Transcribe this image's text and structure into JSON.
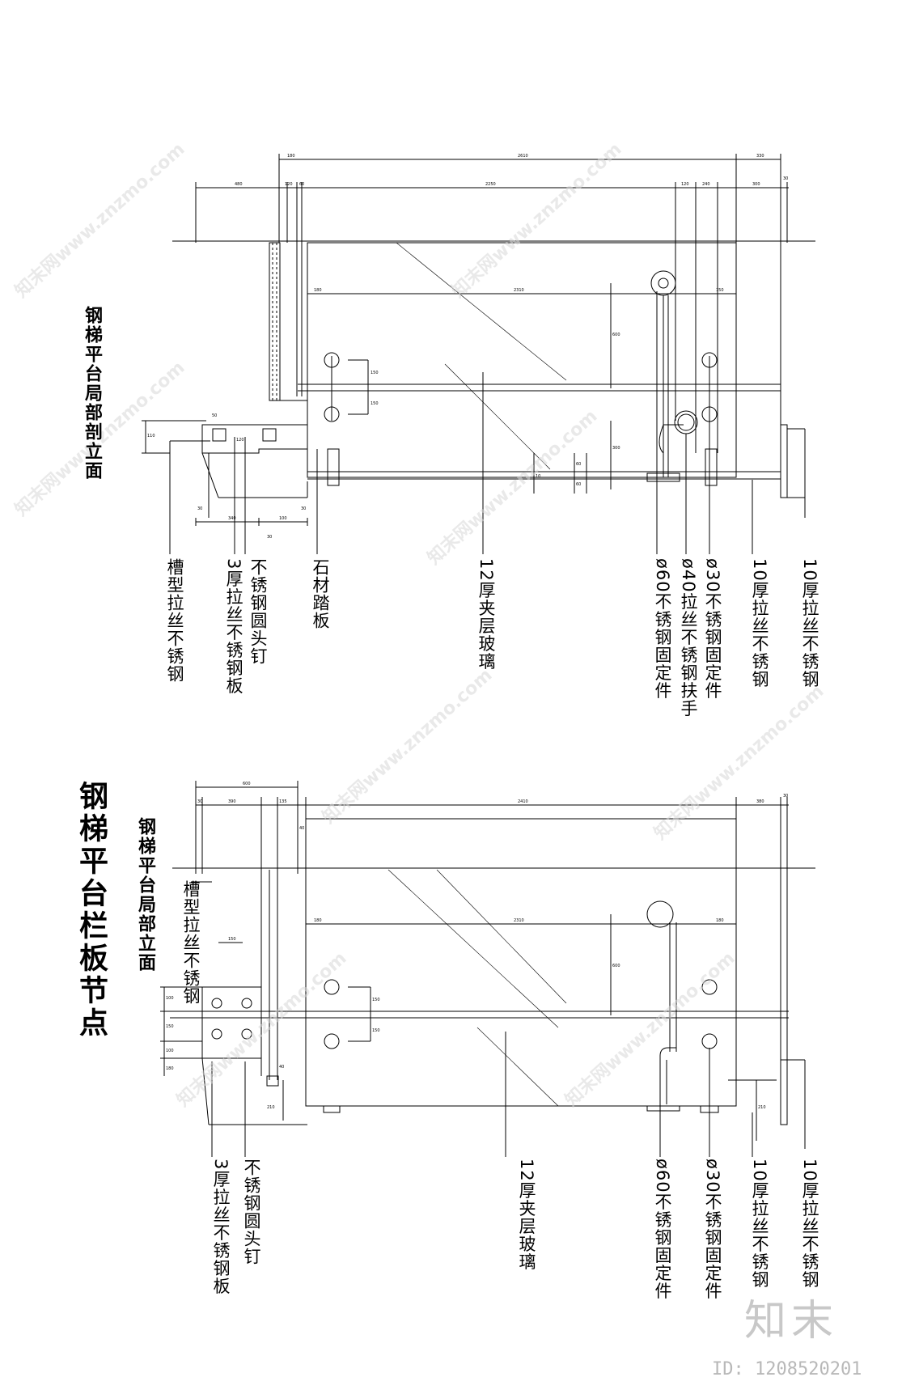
{
  "titles": {
    "section_elevation": "钢梯平台局部剖立面",
    "main_title": "钢梯平台栏板节点",
    "partial_elevation": "钢梯平台局部立面"
  },
  "upper_callouts": [
    "槽型拉丝不锈钢",
    "3厚拉丝不锈钢板",
    "不锈钢圆头钉",
    "石材踏板",
    "12厚夹层玻璃",
    "ø60不锈钢固定件",
    "ø40拉丝不锈钢扶手",
    "ø30不锈钢固定件",
    "10厚拉丝不锈钢",
    "10厚拉丝不锈钢"
  ],
  "lower_callouts": [
    "槽型拉丝不锈钢",
    "3厚拉丝不锈钢板",
    "不锈钢圆头钉",
    "12厚夹层玻璃",
    "ø60不锈钢固定件",
    "ø30不锈钢固定件",
    "10厚拉丝不锈钢",
    "10厚拉丝不锈钢"
  ],
  "upper_dims": {
    "top_row1": [
      "180",
      "2610",
      "330"
    ],
    "top_row2": [
      "480",
      "120",
      "60",
      "2250",
      "120",
      "240",
      "300",
      "30"
    ],
    "inner_row": [
      "180",
      "2310",
      "150"
    ],
    "vertical": [
      "150",
      "150",
      "600",
      "300",
      "60",
      "60",
      "10"
    ],
    "bottom_row": [
      "30",
      "340",
      "100",
      "30",
      "30"
    ],
    "left_side": [
      "110",
      "120",
      "50"
    ]
  },
  "lower_dims": {
    "top_row1": [
      "600"
    ],
    "top_row2": [
      "30",
      "390",
      "135",
      "40",
      "2410",
      "380",
      "30"
    ],
    "inner_row": [
      "180",
      "2310",
      "180"
    ],
    "vertical": [
      "150",
      "150",
      "600",
      "210",
      "210"
    ],
    "left_stack": [
      "100",
      "150",
      "150",
      "100",
      "180",
      "40"
    ]
  },
  "watermark": {
    "text": "知末网www.znzmo.com"
  },
  "brand": {
    "logo_text": "知末",
    "id_text": "ID: 1208520201"
  }
}
